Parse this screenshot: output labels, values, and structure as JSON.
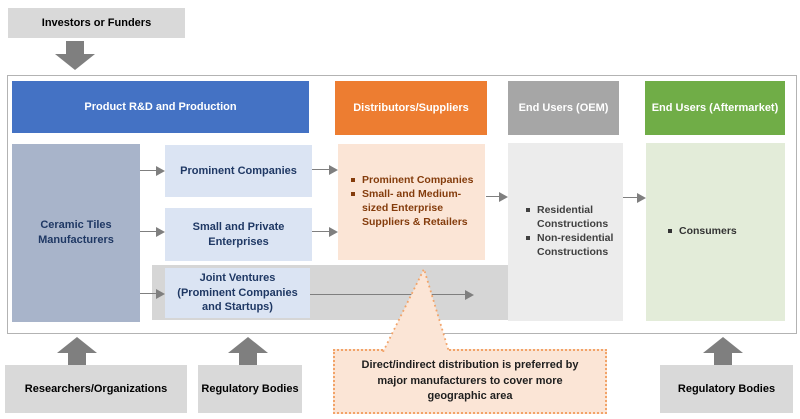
{
  "external": {
    "investors": {
      "label": "Investors or Funders"
    },
    "researchers": {
      "label": "Researchers/Organizations"
    },
    "regulatory_left": {
      "label": "Regulatory Bodies"
    },
    "regulatory_right": {
      "label": "Regulatory Bodies"
    }
  },
  "chain": {
    "headers": {
      "production": {
        "label": "Product R&D and Production",
        "color": "#4472c4"
      },
      "distributors": {
        "label": "Distributors/Suppliers",
        "color": "#ed7d31"
      },
      "oem": {
        "label": "End Users (OEM)",
        "color": "#a6a6a6"
      },
      "aftermarket": {
        "label": "End Users (Aftermarket)",
        "color": "#70ad47"
      }
    },
    "production": {
      "manufacturers": {
        "label": "Ceramic Tiles Manufacturers"
      },
      "prominent": {
        "label": "Prominent Companies"
      },
      "small_private": {
        "label": "Small and Private Enterprises"
      },
      "joint_ventures": {
        "label": "Joint Ventures (Prominent Companies and Startups)"
      }
    },
    "distributors": {
      "items": [
        "Prominent Companies",
        "Small- and Medium-sized Enterprise Suppliers & Retailers"
      ]
    },
    "oem": {
      "items": [
        "Residential Constructions",
        "Non-residential Constructions"
      ]
    },
    "aftermarket": {
      "items": [
        "Consumers"
      ]
    }
  },
  "callout": {
    "text": "Direct/indirect distribution is preferred by major manufacturers to cover more geographic area",
    "fill": "#fbe5d6",
    "border_color": "#f2a368"
  }
}
